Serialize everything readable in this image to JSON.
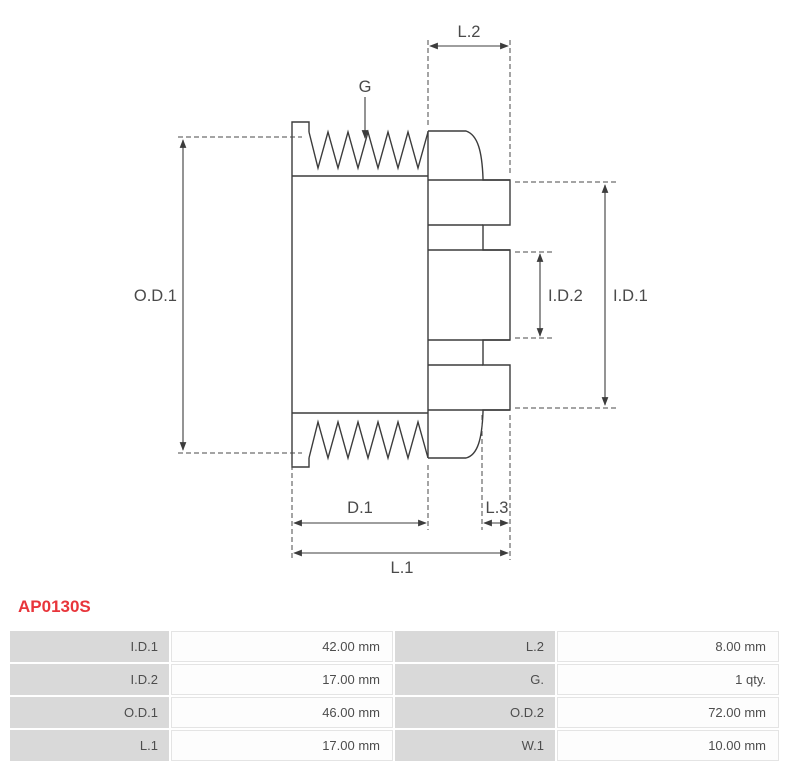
{
  "part_number": "AP0130S",
  "accent_color": "#e8353b",
  "diagram": {
    "labels": {
      "od1": "O.D.1",
      "id1": "I.D.1",
      "id2": "I.D.2",
      "l1": "L.1",
      "l2": "L.2",
      "l3": "L.3",
      "d1": "D.1",
      "g": "G"
    }
  },
  "table": {
    "rows": [
      {
        "k1": "I.D.1",
        "v1": "42.00 mm",
        "k2": "L.2",
        "v2": "8.00 mm"
      },
      {
        "k1": "I.D.2",
        "v1": "17.00 mm",
        "k2": "G.",
        "v2": "1 qty."
      },
      {
        "k1": "O.D.1",
        "v1": "46.00 mm",
        "k2": "O.D.2",
        "v2": "72.00 mm"
      },
      {
        "k1": "L.1",
        "v1": "17.00 mm",
        "k2": "W.1",
        "v2": "10.00 mm"
      }
    ]
  }
}
